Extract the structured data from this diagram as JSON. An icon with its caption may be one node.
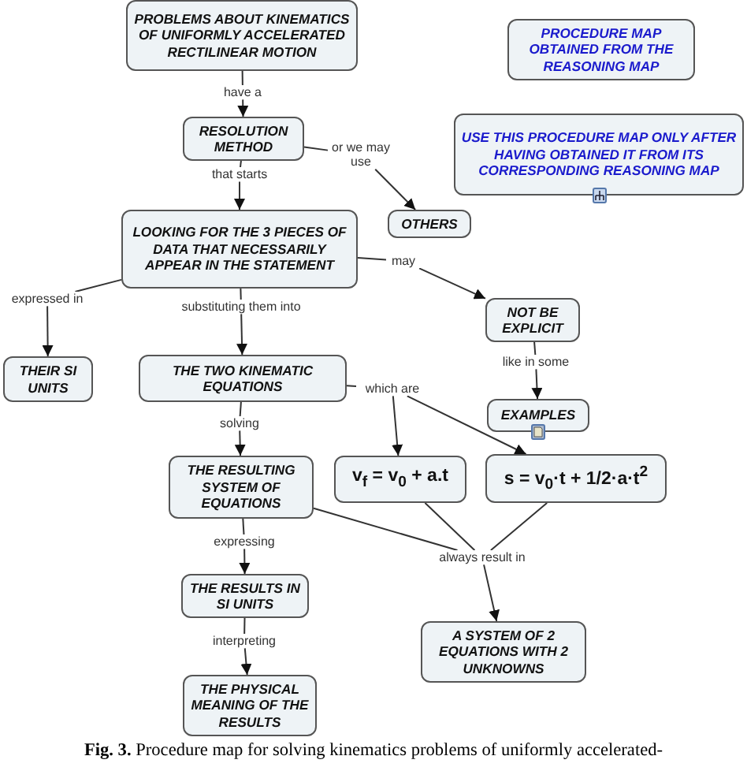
{
  "diagram": {
    "caption": "**Fig. 3.** Procedure map for solving kinematics problems of uniformly accelerated-",
    "nodes": [
      {
        "text": [
          "PROBLEMS ABOUT KINEMATICS OF UNIFORMLY ACCELERATED RECTILINEAR MOTION"
        ]
      },
      {
        "text": [
          "PROCEDURE MAP OBTAINED FROM THE REASONING MAP"
        ]
      },
      {
        "text": [
          "have a"
        ]
      },
      {
        "text": [
          "RESOLUTION METHOD"
        ]
      },
      {
        "text": [
          "USE THIS PROCEDURE MAP ONLY AFTER HAVING OBTAINED IT FROM ITS CORRESPONDING REASONING MAP"
        ]
      },
      {
        "text": [
          "or we may use"
        ]
      },
      {
        "text": [
          "that starts"
        ]
      },
      {
        "text": [
          "OTHERS"
        ]
      },
      {
        "text": [
          "LOOKING FOR THE 3 PIECES OF DATA THAT NECESSARILY APPEAR IN THE STATEMENT"
        ]
      },
      {
        "text": [
          "may"
        ]
      },
      {
        "text": [
          "expressed in"
        ]
      },
      {
        "text": [
          "substituting them into"
        ]
      },
      {
        "text": [
          "NOT BE EXPLICIT"
        ]
      },
      {
        "text": [
          "THEIR SI UNITS"
        ]
      },
      {
        "text": [
          "THE TWO KINEMATIC EQUATIONS"
        ]
      },
      {
        "text": [
          "which are"
        ]
      },
      {
        "text": [
          "like in some"
        ]
      },
      {
        "text": [
          "EXAMPLES"
        ]
      },
      {
        "text": [
          "solving"
        ]
      },
      {
        "text": [
          "THE RESULTING SYSTEM OF EQUATIONS"
        ]
      },
      {
        "text": [
          "v$_{f}$ = v$_{0}$ + a.t"
        ]
      },
      {
        "text": [
          "s = v$_{0}$·t + 1/2·a·t$^{2}$"
        ]
      },
      {
        "text": [
          "expressing"
        ]
      },
      {
        "text": [
          "always result in"
        ]
      },
      {
        "text": [
          "THE RESULTS IN SI UNITS"
        ]
      },
      {
        "text": [
          "A SYSTEM OF 2 EQUATIONS WITH 2 UNKNOWNS"
        ]
      },
      {
        "text": [
          "interpreting"
        ]
      },
      {
        "text": [
          "THE PHYSICAL MEANING OF THE RESULTS"
        ]
      }
    ],
    "edges": [
      {
        "from": 0,
        "to": 2,
        "arrow": "none"
      },
      {
        "from": 2,
        "to": 3,
        "arrow": "to"
      },
      {
        "from": 3,
        "to": 5,
        "arrow": "none"
      },
      {
        "from": 5,
        "to": 7,
        "arrow": "to"
      },
      {
        "from": 3,
        "to": 6,
        "arrow": "none"
      },
      {
        "from": 6,
        "to": 8,
        "arrow": "to"
      },
      {
        "from": 8,
        "to": 9,
        "arrow": "none"
      },
      {
        "from": 9,
        "to": 12,
        "arrow": "to"
      },
      {
        "from": 8,
        "to": 10,
        "arrow": "none"
      },
      {
        "from": 10,
        "to": 13,
        "arrow": "to"
      },
      {
        "from": 8,
        "to": 11,
        "arrow": "none"
      },
      {
        "from": 11,
        "to": 14,
        "arrow": "to"
      },
      {
        "from": 12,
        "to": 16,
        "arrow": "none"
      },
      {
        "from": 16,
        "to": 17,
        "arrow": "to"
      },
      {
        "from": 14,
        "to": 15,
        "arrow": "none"
      },
      {
        "from": 15,
        "to": 20,
        "arrow": "to"
      },
      {
        "from": 15,
        "to": 21,
        "arrow": "to"
      },
      {
        "from": 14,
        "to": 18,
        "arrow": "none"
      },
      {
        "from": 18,
        "to": 19,
        "arrow": "to"
      },
      {
        "from": 19,
        "to": 22,
        "arrow": "none"
      },
      {
        "from": 22,
        "to": 24,
        "arrow": "to"
      },
      {
        "from": 19,
        "to": 23,
        "arrow": "none"
      },
      {
        "from": 20,
        "to": 23,
        "arrow": "none"
      },
      {
        "from": 21,
        "to": 23,
        "arrow": "none"
      },
      {
        "from": 23,
        "to": 25,
        "arrow": "to"
      },
      {
        "from": 24,
        "to": 26,
        "arrow": "none"
      },
      {
        "from": 26,
        "to": 27,
        "arrow": "to"
      }
    ]
  }
}
